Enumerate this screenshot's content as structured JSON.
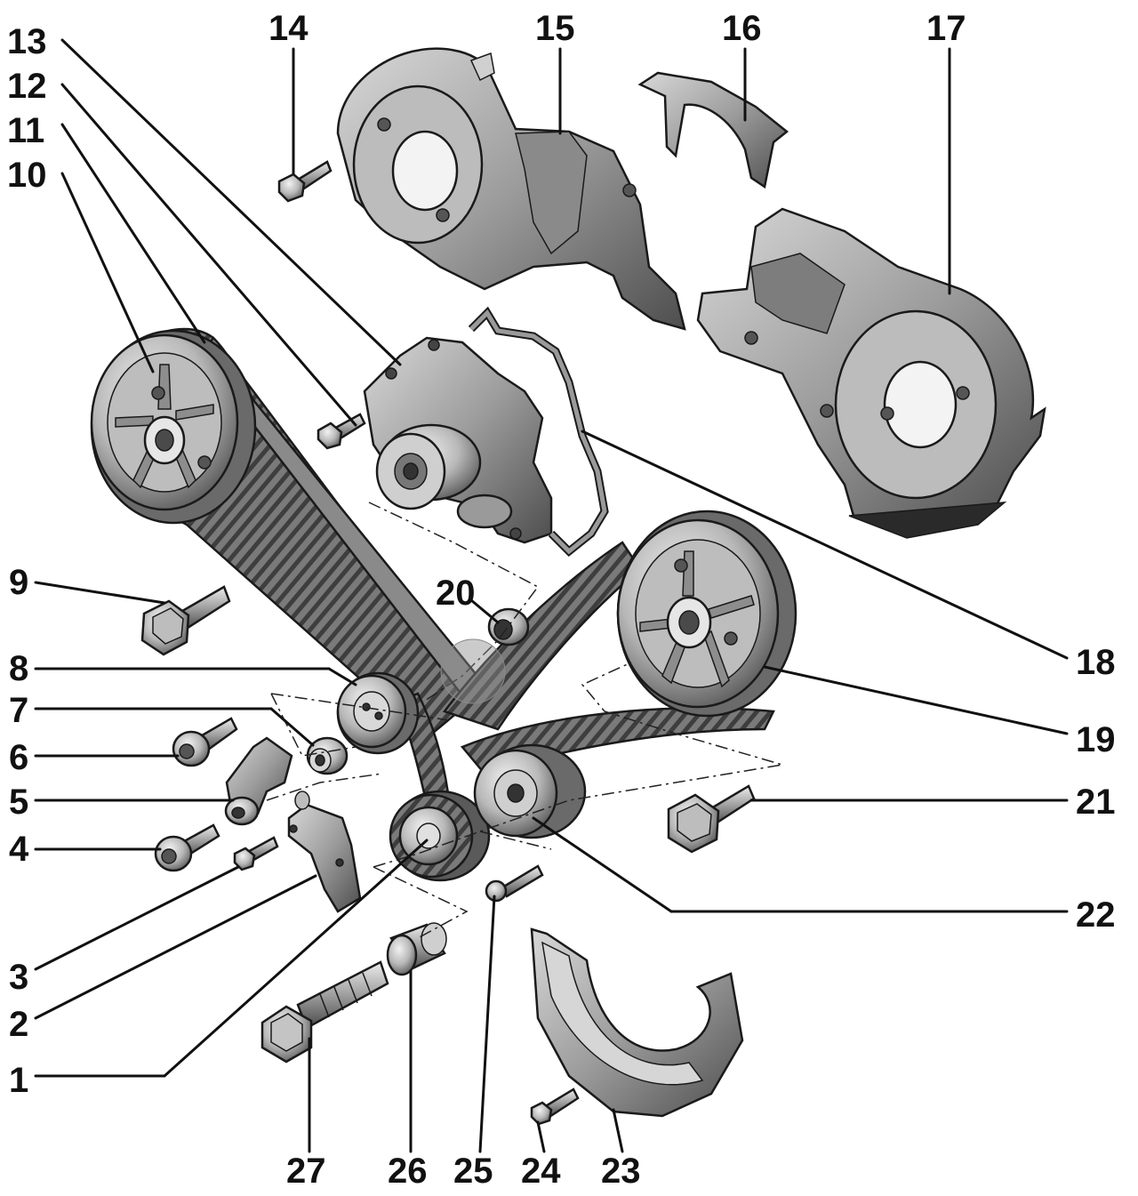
{
  "figure": {
    "labels": {
      "l1": "1",
      "l2": "2",
      "l3": "3",
      "l4": "4",
      "l5": "5",
      "l6": "6",
      "l7": "7",
      "l8": "8",
      "l9": "9",
      "l10": "10",
      "l11": "11",
      "l12": "12",
      "l13": "13",
      "l14": "14",
      "l15": "15",
      "l16": "16",
      "l17": "17",
      "l18": "18",
      "l19": "19",
      "l20": "20",
      "l21": "21",
      "l22": "22",
      "l23": "23",
      "l24": "24",
      "l25": "25",
      "l26": "26",
      "l27": "27"
    },
    "colors": {
      "metal_light": "#e4e4e4",
      "metal_mid": "#a9a9a9",
      "metal_dark": "#555555",
      "belt": "#6e6e6e",
      "outline": "#1a1a1a"
    }
  }
}
